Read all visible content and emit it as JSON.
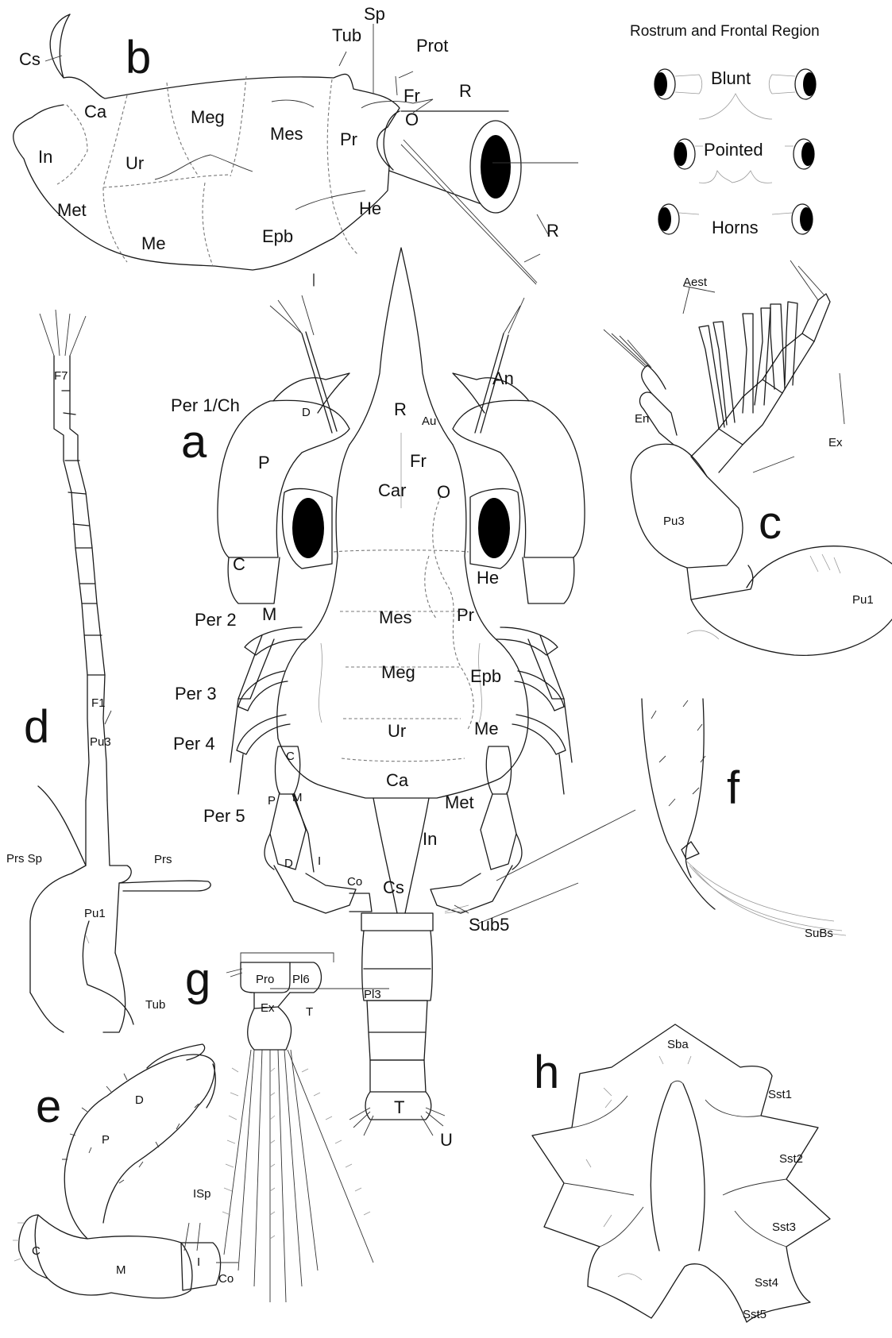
{
  "title": "Rostrum and Frontal Region",
  "rostrum_types": [
    "Blunt",
    "Pointed",
    "Horns"
  ],
  "panels": [
    "a",
    "b",
    "c",
    "d",
    "e",
    "f",
    "g",
    "h"
  ],
  "labels": {
    "a": [
      "Per 1/Ch",
      "D",
      "R",
      "Au",
      "An",
      "P",
      "Fr",
      "Car",
      "O",
      "C",
      "He",
      "Mes",
      "Pr",
      "Per 2",
      "M",
      "Meg",
      "Epb",
      "Per 3",
      "Ur",
      "Me",
      "Per 4",
      "C",
      "M",
      "P",
      "Ca",
      "Met",
      "Per 5",
      "D",
      "I",
      "Co",
      "In",
      "Cs",
      "Sub5",
      "Pl3",
      "T",
      "U"
    ],
    "b": [
      "Cs",
      "Sp",
      "Tub",
      "Prot",
      "Fr",
      "R",
      "O",
      "Ca",
      "Meg",
      "Mes",
      "Pr",
      "In",
      "Ur",
      "Met",
      "Me",
      "Epb",
      "He",
      "R"
    ],
    "c": [
      "Aest",
      "En",
      "Ex",
      "Pu3",
      "Pu1"
    ],
    "d": [
      "F7",
      "F1",
      "Pu3",
      "Prs Sp",
      "Prs",
      "Pu1",
      "Tub"
    ],
    "e": [
      "D",
      "P",
      "ISp",
      "C",
      "M",
      "I",
      "Co"
    ],
    "f": [
      "SuBs"
    ],
    "g": [
      "Pro",
      "Pl6",
      "Ex",
      "T"
    ],
    "h": [
      "Sba",
      "Sst1",
      "Sst2",
      "Sst3",
      "Sst4",
      "Sst5"
    ]
  }
}
